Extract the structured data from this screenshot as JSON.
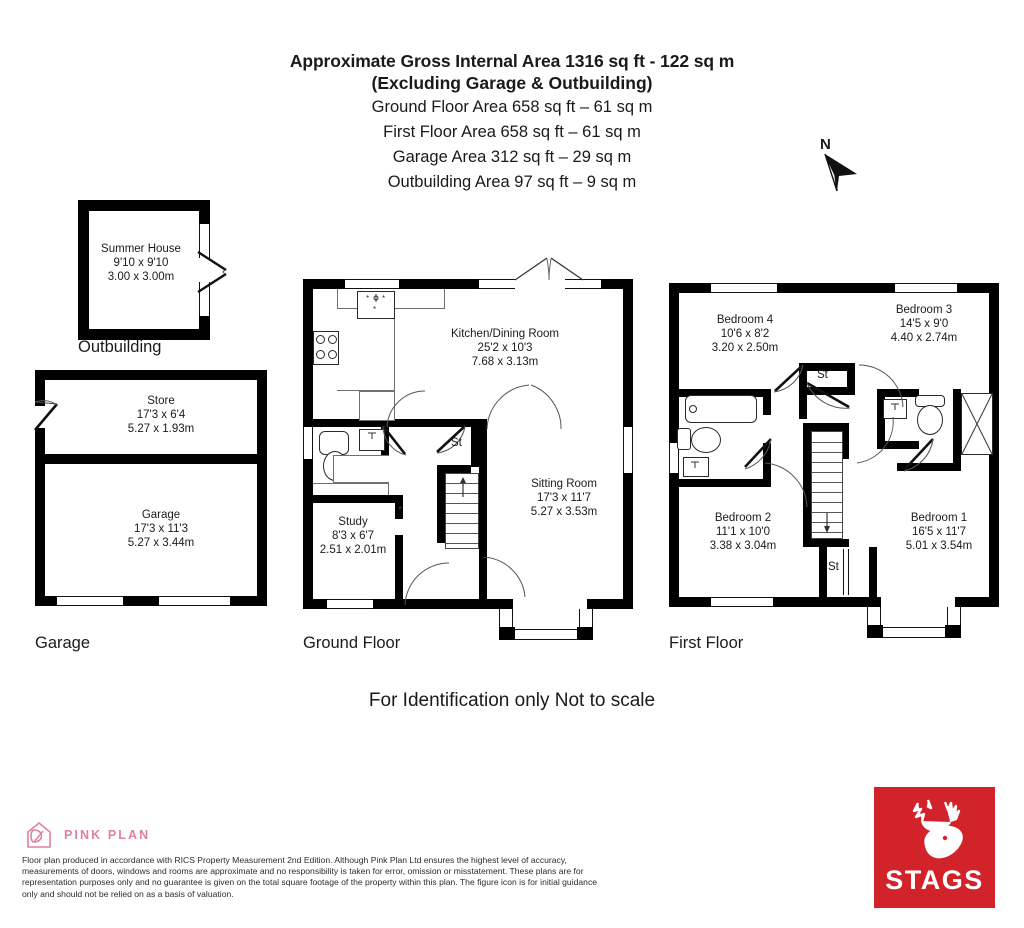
{
  "header": {
    "line1": "Approximate Gross Internal Area 1316 sq ft - 122 sq m",
    "line2": "(Excluding Garage & Outbuilding)",
    "line3": "Ground Floor Area 658 sq ft – 61 sq m",
    "line4": "First Floor Area 658 sq ft – 61 sq m",
    "line5": "Garage Area 312 sq ft – 29 sq m",
    "line6": "Outbuilding Area 97 sq ft – 9 sq m"
  },
  "compass": {
    "label": "N"
  },
  "outbuilding": {
    "caption": "Outbuilding",
    "room": {
      "name": "Summer House",
      "imperial": "9'10 x 9'10",
      "metric": "3.00 x 3.00m"
    }
  },
  "garage_plan": {
    "caption": "Garage",
    "rooms": [
      {
        "name": "Store",
        "imperial": "17'3 x 6'4",
        "metric": "5.27 x 1.93m"
      },
      {
        "name": "Garage",
        "imperial": "17'3 x 11'3",
        "metric": "5.27 x 3.44m"
      }
    ]
  },
  "ground_floor": {
    "caption": "Ground Floor",
    "rooms": [
      {
        "name": "Kitchen/Dining Room",
        "imperial": "25'2 x 10'3",
        "metric": "7.68 x 3.13m"
      },
      {
        "name": "Sitting Room",
        "imperial": "17'3 x 11'7",
        "metric": "5.27 x 3.53m"
      },
      {
        "name": "Study",
        "imperial": "8'3 x 6'7",
        "metric": "2.51 x 2.01m"
      }
    ],
    "storage_label": "St"
  },
  "first_floor": {
    "caption": "First Floor",
    "rooms": [
      {
        "name": "Bedroom 4",
        "imperial": "10'6 x 8'2",
        "metric": "3.20 x 2.50m"
      },
      {
        "name": "Bedroom 3",
        "imperial": "14'5 x 9'0",
        "metric": "4.40 x 2.74m"
      },
      {
        "name": "Bedroom 2",
        "imperial": "11'1 x 10'0",
        "metric": "3.38 x 3.04m"
      },
      {
        "name": "Bedroom 1",
        "imperial": "16'5 x 11'7",
        "metric": "5.01 x 3.54m"
      }
    ],
    "storage_label_upper": "St",
    "storage_label_lower": "St"
  },
  "notice": "For Identification only Not to scale",
  "producer": {
    "name": "PINK PLAN",
    "logo_icon": "house-leaf-icon",
    "accent_color": "#e0809c"
  },
  "agent": {
    "name": "STAGS",
    "logo_icon": "stag-head-icon",
    "brand_color": "#d2232a"
  },
  "disclaimer": "Floor plan produced in accordance with RICS Property Measurement 2nd Edition. Although Pink Plan Ltd ensures the highest level of accuracy, measurements of doors, windows and rooms are approximate and no responsibility is taken for error, omission or misstatement. These plans are for representation purposes only and no guarantee is given on the total square footage of the property within this plan. The figure icon is for initial guidance only and should not be relied on as a basis of valuation."
}
